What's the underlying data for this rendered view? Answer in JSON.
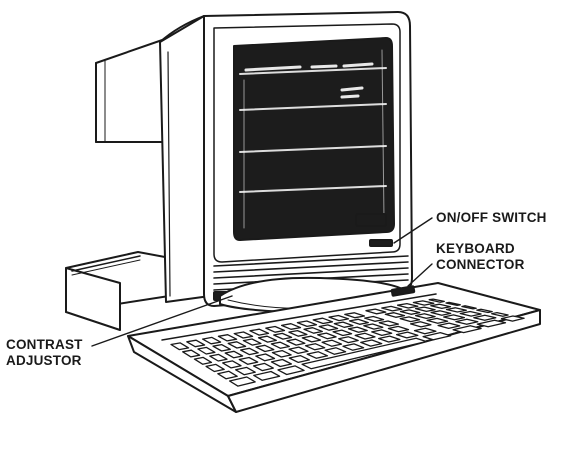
{
  "diagram": {
    "callouts": {
      "on_off_switch": "ON/OFF SWITCH",
      "keyboard_connector": [
        "KEYBOARD",
        "CONNECTOR"
      ],
      "contrast_adjustor": [
        "CONTRAST",
        "ADJUSTOR"
      ]
    },
    "ink_color": "#1a1a1a",
    "paper_color": "#ffffff"
  }
}
